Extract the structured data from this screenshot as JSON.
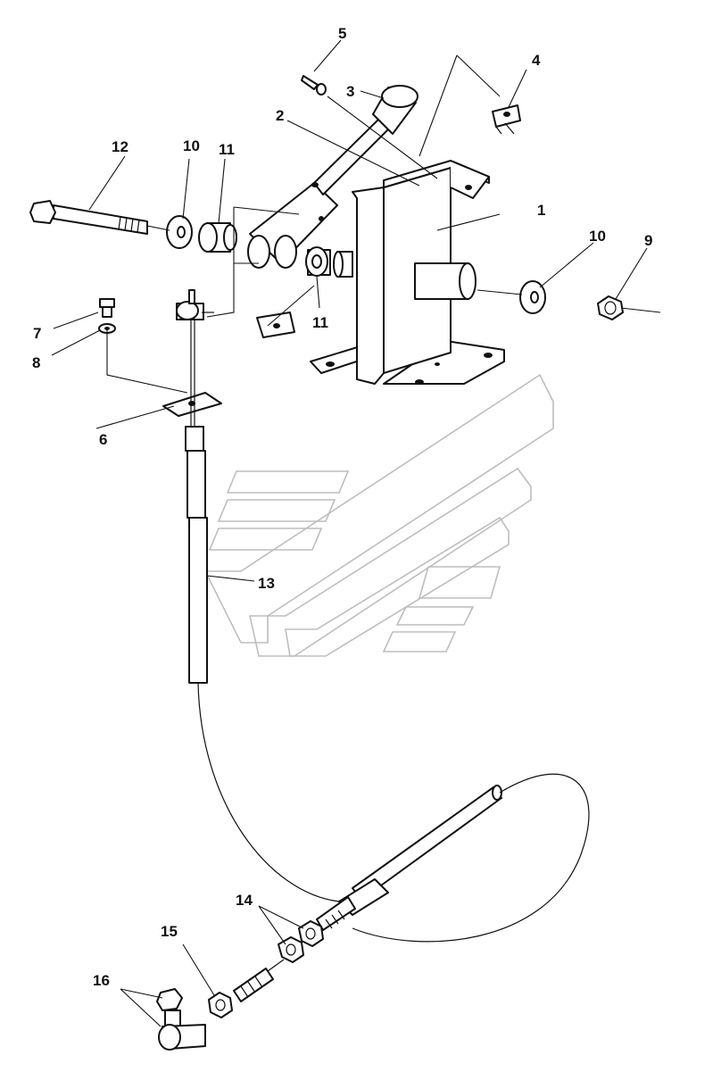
{
  "callouts": {
    "c1": "1",
    "c2": "2",
    "c3": "3",
    "c4": "4",
    "c5": "5",
    "c6": "6",
    "c7": "7",
    "c8": "8",
    "c9": "9",
    "c10a": "10",
    "c10b": "10",
    "c11a": "11",
    "c11b": "11",
    "c12": "12",
    "c13": "13",
    "c14": "14",
    "c15": "15",
    "c16": "16"
  },
  "colors": {
    "line": "#111111",
    "paper": "#ffffff",
    "watermark": "#bdbdbd"
  }
}
